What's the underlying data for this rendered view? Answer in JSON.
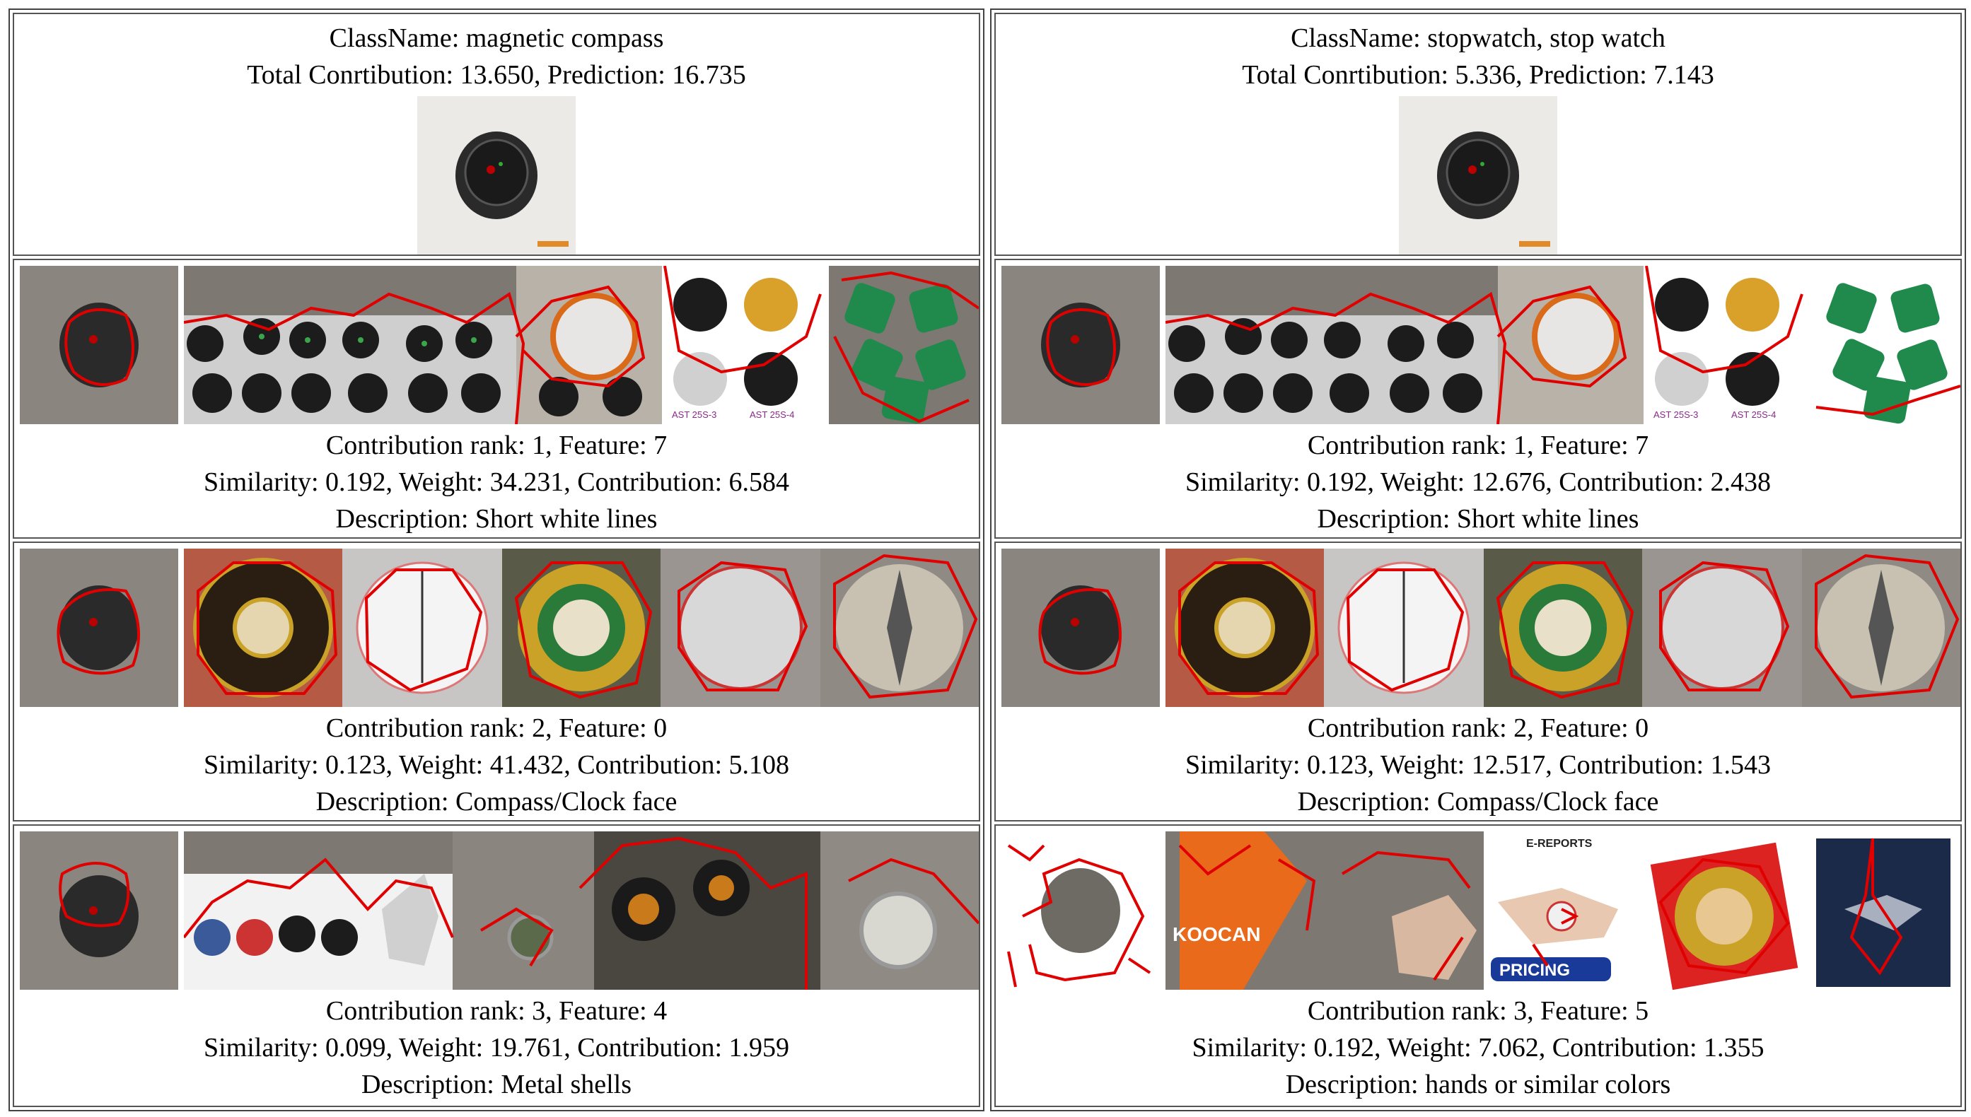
{
  "columns": [
    {
      "class_name": "ClassName: magnetic compass",
      "totals": "Total Conrtibution: 13.650, Prediction: 16.735",
      "rows": [
        {
          "rank_line": "Contribution rank: 1, Feature: 7",
          "stats_line": "Similarity: 0.192, Weight: 34.231, Contribution: 6.584",
          "description": "Description: Short white lines"
        },
        {
          "rank_line": "Contribution rank: 2, Feature: 0",
          "stats_line": "Similarity: 0.123, Weight: 41.432, Contribution: 5.108",
          "description": "Description: Compass/Clock face"
        },
        {
          "rank_line": "Contribution rank: 3, Feature: 4",
          "stats_line": "Similarity: 0.099, Weight: 19.761, Contribution: 1.959",
          "description": "Description: Metal shells"
        }
      ]
    },
    {
      "class_name": "ClassName: stopwatch, stop watch",
      "totals": "Total Conrtibution: 5.336, Prediction: 7.143",
      "rows": [
        {
          "rank_line": "Contribution rank: 1, Feature: 7",
          "stats_line": "Similarity: 0.192, Weight: 12.676, Contribution: 2.438",
          "description": "Description: Short white lines"
        },
        {
          "rank_line": "Contribution rank: 2, Feature: 0",
          "stats_line": "Similarity: 0.123, Weight: 12.517, Contribution: 1.543",
          "description": "Description: Compass/Clock face"
        },
        {
          "rank_line": "Contribution rank: 3, Feature: 5",
          "stats_line": "Similarity: 0.192, Weight: 7.062, Contribution: 1.355",
          "description": "Description: hands or similar colors"
        }
      ]
    }
  ],
  "image_text": {
    "ast_labels": [
      "AST 25S-3",
      "AST 25S-4"
    ],
    "pricing": "PRICING",
    "ereports": "E-REPORTS",
    "koo": "KOOCAN"
  },
  "colors": {
    "outline": "#e00000",
    "dim_overlay": "#7d7872",
    "compass_green": "#1f8a4c",
    "brass": "#c9a227"
  }
}
